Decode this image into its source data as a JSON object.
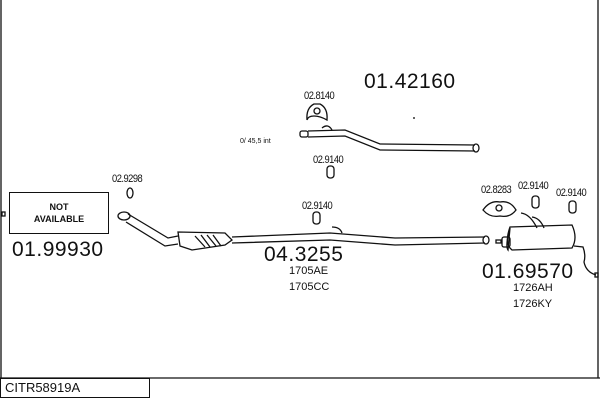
{
  "diagram": {
    "reference": "CITR58919A",
    "not_available_line1": "NOT",
    "not_available_line2": "AVAILABLE",
    "parts": {
      "front_pipe": {
        "number": "01.99930"
      },
      "catalyst": {
        "number": "04.3255",
        "oe1": "1705AE",
        "oe2": "1705CC"
      },
      "middle_pipe": {
        "number": "01.42160",
        "note": "0/ 45,5 int"
      },
      "rear_silencer": {
        "number": "01.69570",
        "oe1": "1726AH",
        "oe2": "1726KY"
      }
    },
    "fittings": {
      "gasket_front": "02.9298",
      "clamp_mid": "02.8140",
      "rubber_mid": "02.9140",
      "rubber_cat": "02.9140",
      "clamp_rear": "02.8283",
      "rubber_rear1": "02.9140",
      "rubber_rear2": "02.9140"
    }
  }
}
